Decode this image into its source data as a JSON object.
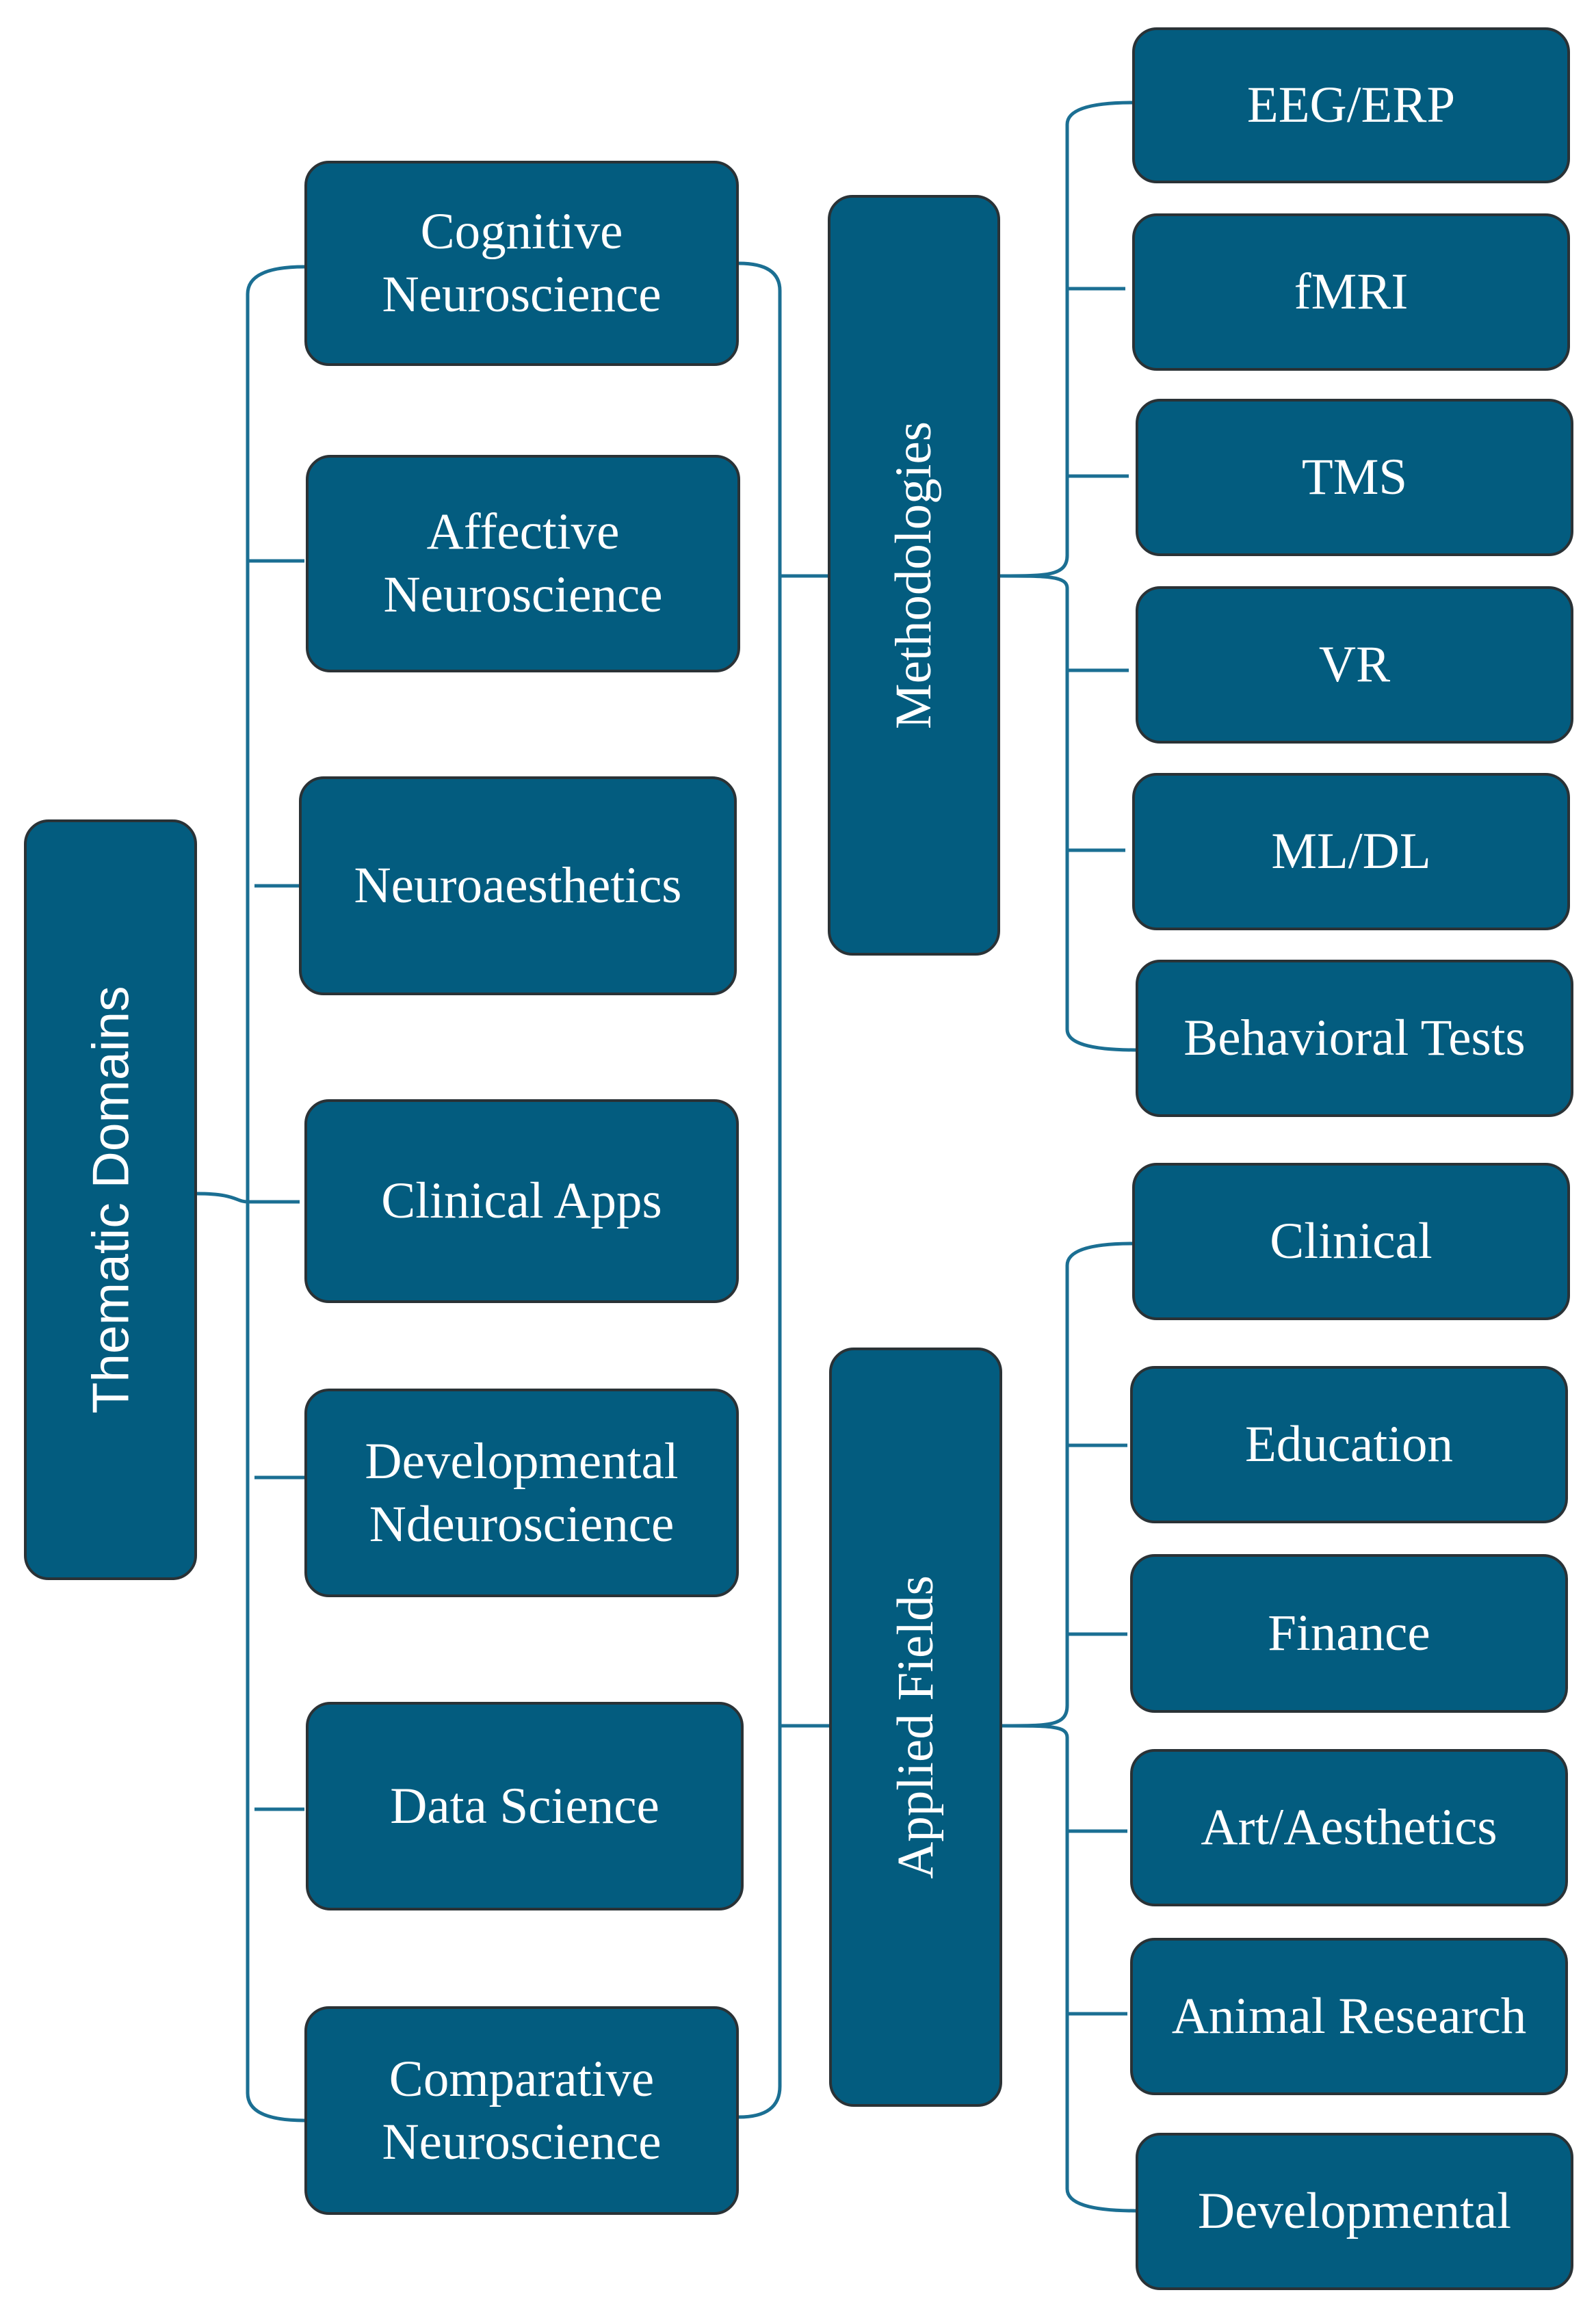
{
  "diagram": {
    "root": {
      "label": "Thematic Domains"
    },
    "domains": [
      {
        "label": "Cognitive\nNeuroscience"
      },
      {
        "label": "Affective\nNeuroscience"
      },
      {
        "label": "Neuroaesthetics"
      },
      {
        "label": "Clinical Apps"
      },
      {
        "label": "Developmental\nNdeuroscience"
      },
      {
        "label": "Data Science"
      },
      {
        "label": "Comparative\nNeuroscience"
      }
    ],
    "methodologies": {
      "label": "Methodologies",
      "items": [
        {
          "label": "EEG/ERP"
        },
        {
          "label": "fMRI"
        },
        {
          "label": "TMS"
        },
        {
          "label": "VR"
        },
        {
          "label": "ML/DL"
        },
        {
          "label": "Behavioral Tests"
        }
      ]
    },
    "applied_fields": {
      "label": "Applied Fields",
      "items": [
        {
          "label": "Clinical"
        },
        {
          "label": "Education"
        },
        {
          "label": "Finance"
        },
        {
          "label": "Art/Aesthetics"
        },
        {
          "label": "Animal Research"
        },
        {
          "label": "Developmental"
        }
      ]
    },
    "colors": {
      "box_fill": "#035c7f",
      "box_border": "#2a3236",
      "connector": "#1b6f93",
      "text": "#ffffff"
    }
  }
}
